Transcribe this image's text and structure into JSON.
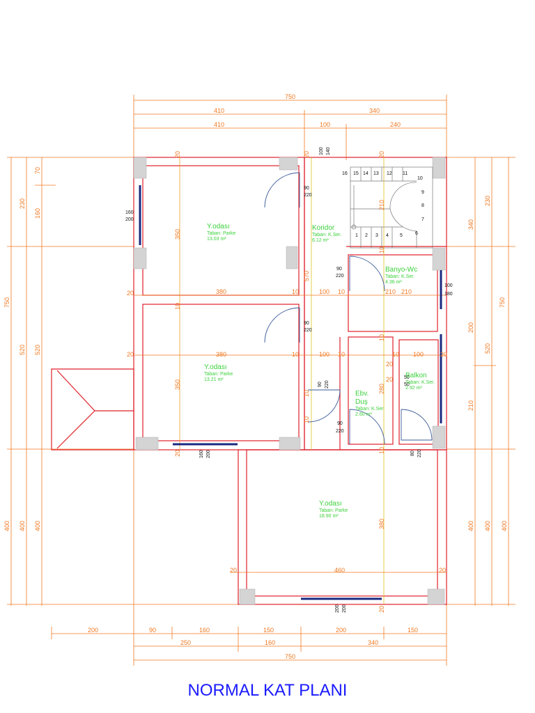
{
  "title": "NORMAL KAT PLANI",
  "rooms": [
    {
      "name": "Y.odası",
      "floor": "Taban: Parke",
      "area": "13.03 m²"
    },
    {
      "name": "Koridor",
      "floor": "Taban: K.Ser.",
      "area": "6.12 m²"
    },
    {
      "name": "Banyo-Wc",
      "floor": "Taban: K.Ser.",
      "area": "4.36 m²"
    },
    {
      "name": "Y.odası",
      "floor": "Taban: Parke",
      "area": "13.21 m²"
    },
    {
      "name": "Ebv.",
      "name2": "Duş",
      "floor": "Taban: K.Ser.",
      "area": "2.60 m²"
    },
    {
      "name": "Balkon",
      "floor": "Taban: K.Ser.",
      "area": "2.92 m²"
    },
    {
      "name": "Y.odası",
      "floor": "Taban: Parke",
      "area": "18.90 m²"
    }
  ],
  "dims_top": [
    "750",
    "410",
    "340",
    "410",
    "100",
    "240"
  ],
  "dims_bottom": [
    "200",
    "90",
    "160",
    "150",
    "200",
    "150",
    "250",
    "160",
    "340",
    "750"
  ],
  "dims_left": [
    "70",
    "230",
    "160",
    "750",
    "520",
    "520",
    "400",
    "400",
    "400"
  ],
  "dims_right": [
    "230",
    "340",
    "750",
    "200",
    "520",
    "210",
    "400",
    "400",
    "400"
  ],
  "dims_inner": [
    "20",
    "20",
    "20",
    "20",
    "350",
    "380",
    "10",
    "100",
    "10",
    "210",
    "570",
    "350",
    "380",
    "10",
    "100",
    "10",
    "280",
    "210",
    "10",
    "100",
    "380",
    "460",
    "20",
    "20",
    "20",
    "20",
    "20",
    "20",
    "10",
    "10",
    "10",
    "10",
    "10",
    "10",
    "210",
    "20",
    "20"
  ],
  "openings": [
    "90",
    "220",
    "90",
    "220",
    "90",
    "220",
    "90",
    "220",
    "90",
    "220",
    "160",
    "200",
    "160",
    "200",
    "200",
    "200",
    "100",
    "180",
    "50",
    "50",
    "80",
    "220",
    "100",
    "140"
  ],
  "stair_numbers": [
    "16",
    "15",
    "14",
    "13",
    "12",
    "11",
    "10",
    "9",
    "8",
    "7",
    "6",
    "5",
    "4",
    "3",
    "2",
    "1"
  ]
}
